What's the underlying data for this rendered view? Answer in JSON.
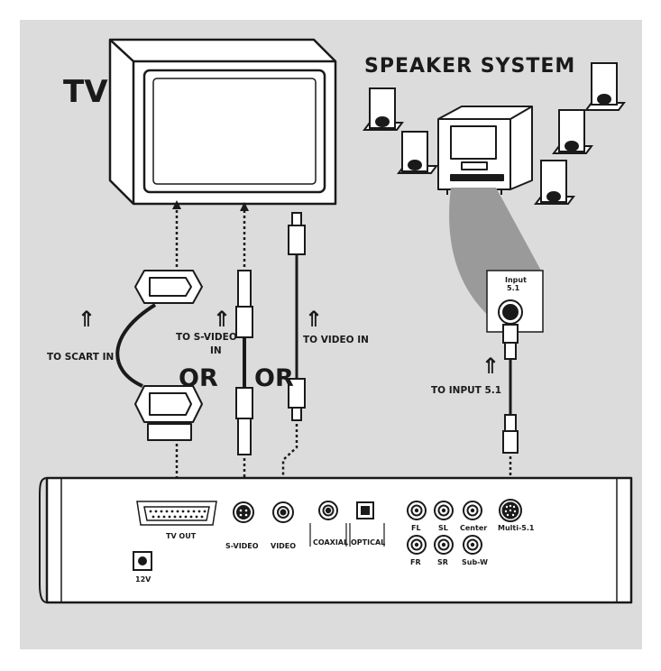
{
  "titles": {
    "tv": "TV",
    "speaker_system": "SPEAKER SYSTEM",
    "or_left": "OR",
    "or_right": "OR"
  },
  "arrows": {
    "up_glyph": "⇑"
  },
  "connection_labels": {
    "to_scart_in": "TO SCART IN",
    "to_svideo_in_line1": "TO S-VIDEO",
    "to_svideo_in_line2": "IN",
    "to_video_in": "TO VIDEO IN",
    "to_input_51": "TO INPUT 5.1"
  },
  "subwoofer_jack": {
    "line1": "Input",
    "line2": "5.1"
  },
  "rear_panel": {
    "tv_out": "TV OUT",
    "power": "12V",
    "svideo": "S-VIDEO",
    "video": "VIDEO",
    "coaxial": "COAXIAL",
    "optical": "OPTICAL",
    "fl": "FL",
    "sl": "SL",
    "center": "Center",
    "fr": "FR",
    "sr": "SR",
    "subw": "Sub-W",
    "multi51": "Multi-5.1"
  },
  "colors": {
    "background": "#dcdcdc",
    "line": "#1a1a1a",
    "fill": "#ffffff",
    "cable_shadow": "#9a9a9a"
  }
}
